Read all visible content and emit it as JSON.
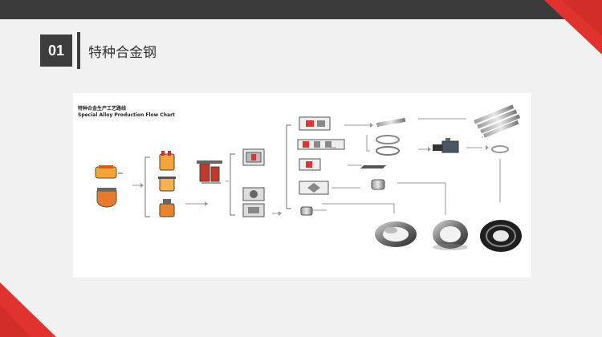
{
  "slide": {
    "number": "01",
    "title": "特种合金钢"
  },
  "flowchart": {
    "title_cn": "特种合金生产工艺路线",
    "title_en": "Special Alloy Production Flow Chart"
  },
  "colors": {
    "topbar": "#3b3b3b",
    "accent_red": "#e0332f",
    "number_box": "#3d3d3d"
  }
}
